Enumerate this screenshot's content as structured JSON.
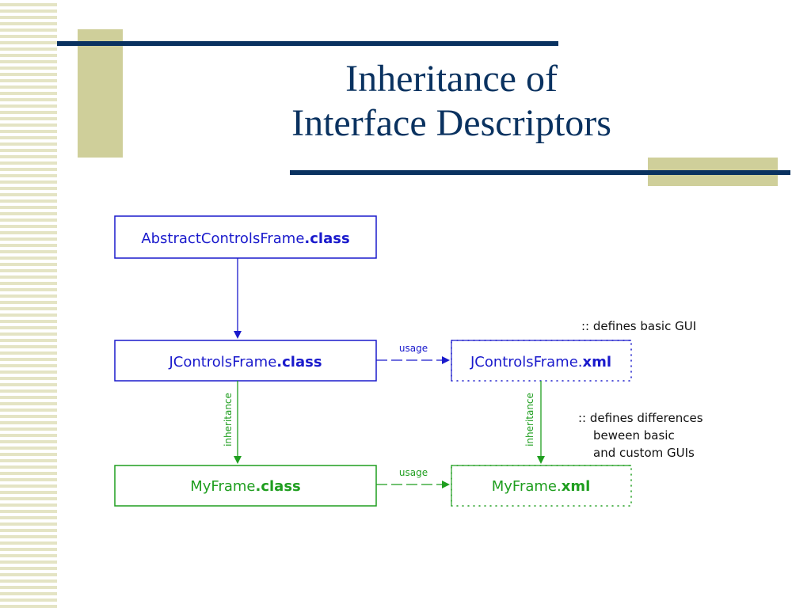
{
  "slide": {
    "title_line1": "Inheritance of",
    "title_line2": "Interface Descriptors"
  },
  "colors": {
    "navy": "#0a3260",
    "tan": "#cfcf9a",
    "blue": "#1a1acc",
    "green": "#1f9e1f"
  },
  "diagram": {
    "boxes": {
      "abstract": {
        "name": "AbstractControlsFrame",
        "ext": ".class"
      },
      "jframe_class": {
        "name": "JControlsFrame",
        "ext": ".class"
      },
      "jframe_xml": {
        "name": "JControlsFrame.",
        "ext": "xml"
      },
      "myframe_class": {
        "name": "MyFrame",
        "ext": ".class"
      },
      "myframe_xml": {
        "name": "MyFrame.",
        "ext": "xml"
      }
    },
    "edges": {
      "usage_top": "usage",
      "usage_bottom": "usage",
      "inheritance_left": "inheritance",
      "inheritance_right": "inheritance"
    },
    "notes": {
      "basic": ":: defines basic GUI",
      "diff_line1": ":: defines differences",
      "diff_line2": "beween basic",
      "diff_line3": "and custom GUIs"
    }
  }
}
